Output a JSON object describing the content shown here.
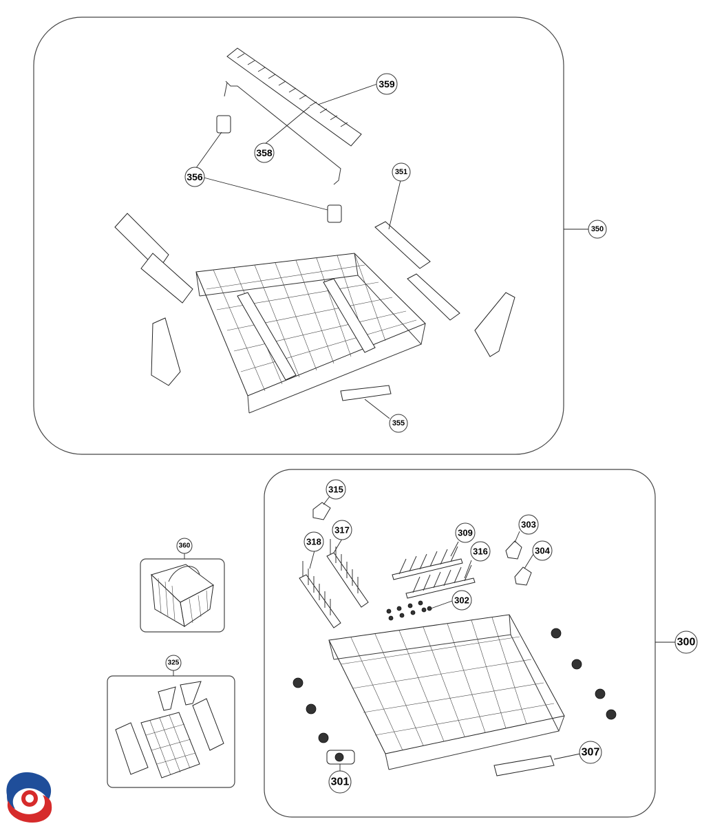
{
  "callouts": {
    "c359": "359",
    "c358": "358",
    "c356": "356",
    "c351": "351",
    "c350": "350",
    "c355": "355",
    "c360": "360",
    "c325": "325",
    "c315": "315",
    "c318": "318",
    "c317": "317",
    "c309": "309",
    "c316": "316",
    "c303": "303",
    "c304": "304",
    "c302": "302",
    "c300": "300",
    "c307": "307",
    "c301": "301"
  },
  "logo": {
    "colors": [
      "#1f4e9a",
      "#d62b2b"
    ]
  }
}
